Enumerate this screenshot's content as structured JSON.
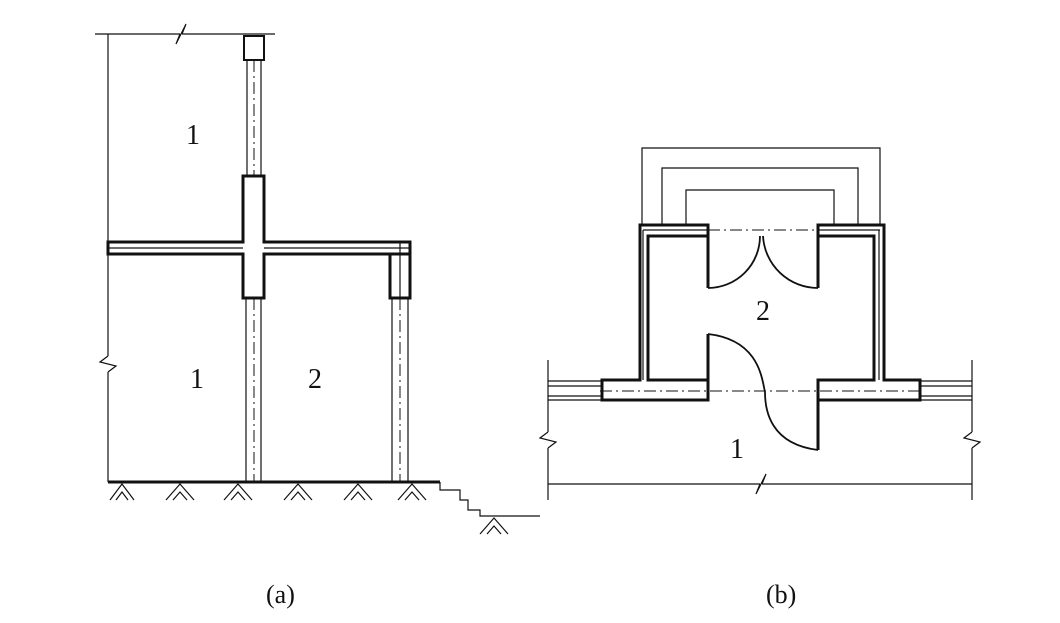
{
  "diagram_a": {
    "caption": "(a)",
    "rooms": {
      "upper_left": "1",
      "lower_left": "1",
      "right": "2"
    }
  },
  "diagram_b": {
    "caption": "(b)",
    "rooms": {
      "inner": "2",
      "outer": "1"
    }
  }
}
